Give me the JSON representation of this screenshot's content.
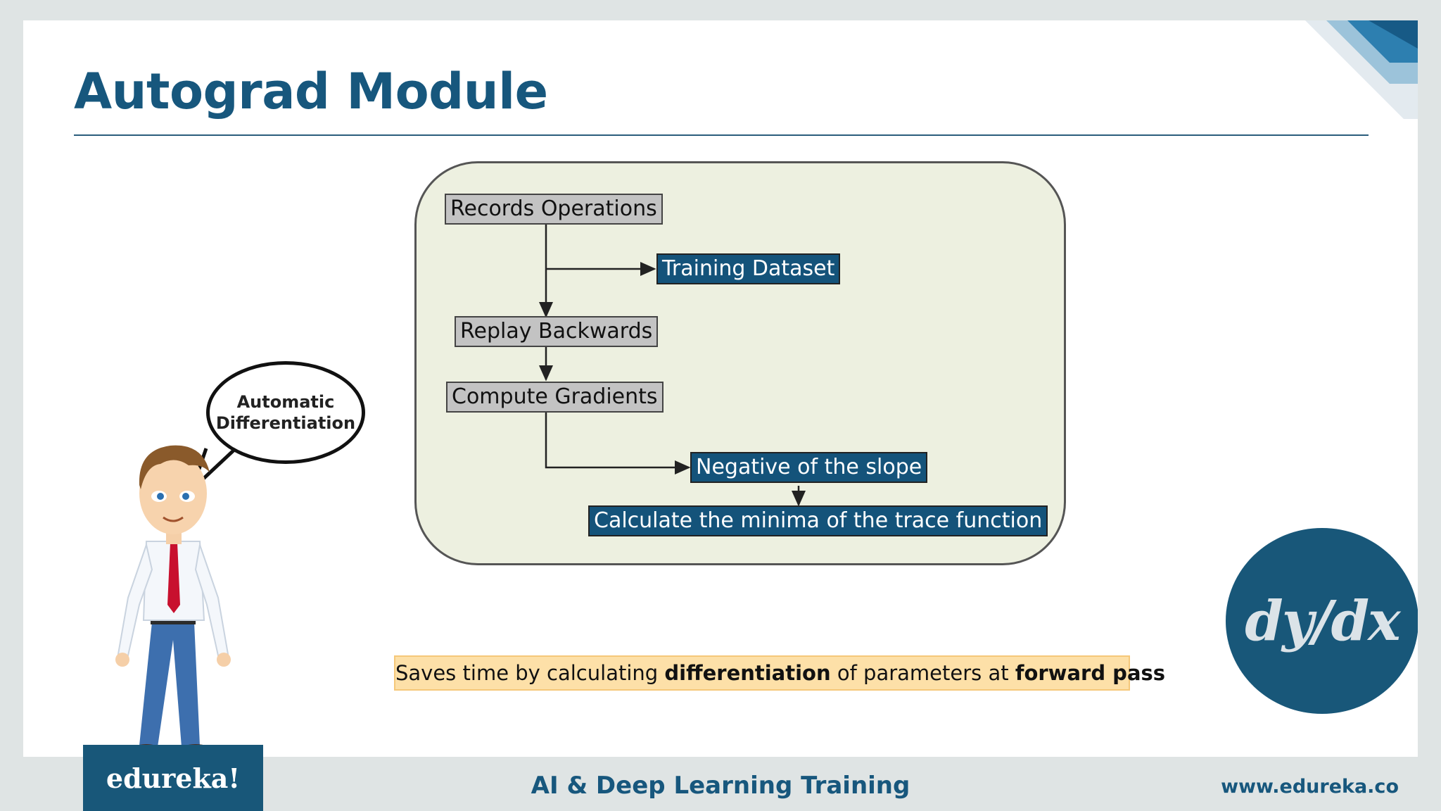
{
  "slide": {
    "title": "Autograd Module"
  },
  "flow": {
    "records_operations": "Records Operations",
    "training_dataset": "Training Dataset",
    "replay_backwards": "Replay Backwards",
    "compute_gradients": "Compute Gradients",
    "negative_slope": "Negative of the slope",
    "calculate_minima": "Calculate the minima of the trace function"
  },
  "speech_bubble": {
    "line1": "Automatic",
    "line2": "Differentiation"
  },
  "note": {
    "part1": "Saves time by calculating ",
    "bold1": "differentiation",
    "part2": " of parameters at ",
    "bold2": "forward pass"
  },
  "badge": {
    "text": "dy/dx"
  },
  "footer": {
    "logo": "edureka!",
    "course": "AI & Deep Learning Training",
    "url": "www.edureka.co"
  },
  "colors": {
    "brand_blue": "#17577d",
    "panel_fill": "#edf0e0",
    "note_fill": "#fde0a8",
    "gray_box": "#c3c3c3"
  }
}
